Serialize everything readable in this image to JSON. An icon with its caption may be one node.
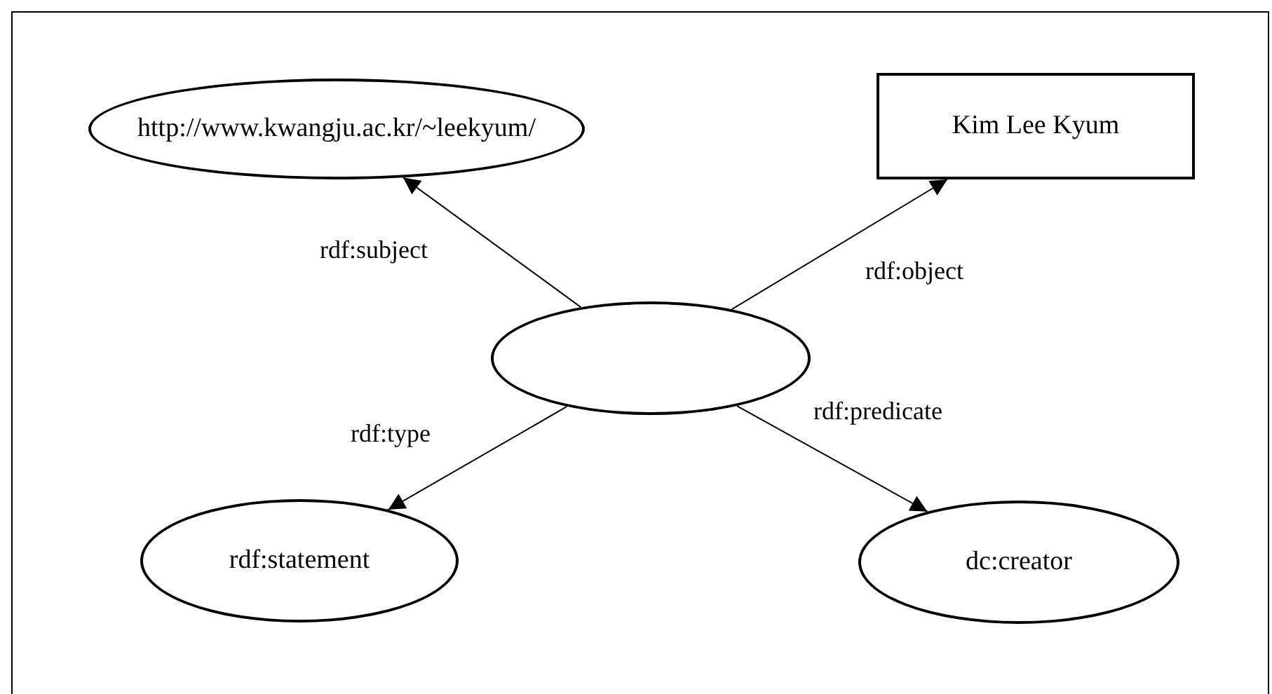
{
  "diagram": {
    "nodes": [
      {
        "text": [
          "http://www.kwangju.ac.kr/~leekyum/"
        ]
      },
      {
        "text": [
          "Kim Lee Kyum"
        ]
      },
      {
        "text": [],
        "shape": "ellipse"
      },
      {
        "text": [
          "rdf:statement"
        ]
      },
      {
        "text": [
          "dc:creator"
        ]
      }
    ],
    "edges": [
      {
        "from": 2,
        "to": 0,
        "arrow": "to",
        "label": "rdf:subject"
      },
      {
        "from": 2,
        "to": 1,
        "arrow": "to",
        "label": "rdf:object"
      },
      {
        "from": 2,
        "to": 3,
        "arrow": "to",
        "label": "rdf:type"
      },
      {
        "from": 2,
        "to": 4,
        "arrow": "to",
        "label": "rdf:predicate"
      }
    ]
  }
}
